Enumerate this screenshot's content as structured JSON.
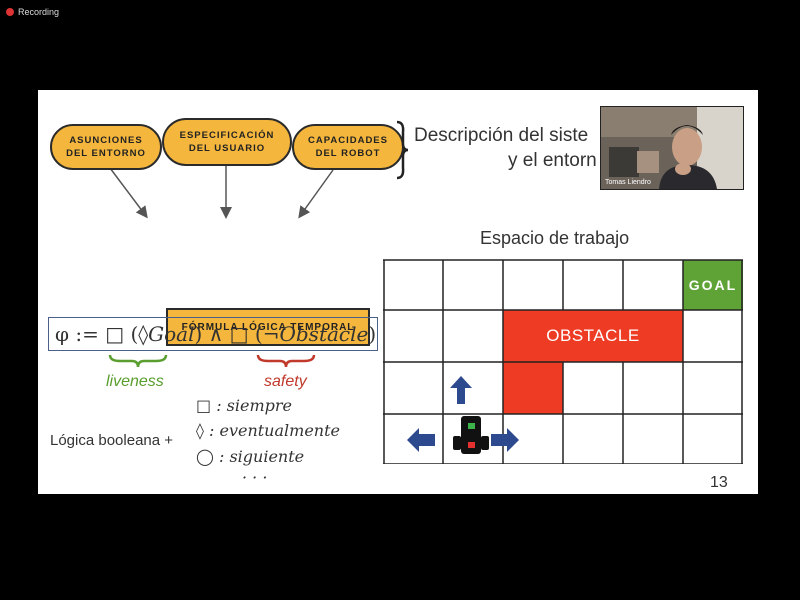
{
  "app": {
    "recording_label": "Recording"
  },
  "slide": {
    "blobs": {
      "left": "ASUNCIONES\nDEL ENTORNO",
      "middle": "ESPECIFICACIÓN\nDEL USUARIO",
      "right": "CAPACIDADES\nDEL ROBOT"
    },
    "formula_box": "FÓRMULA LÓGICA TEMPORAL",
    "description_line1": "Descripción del siste",
    "description_line2": "y el entorn",
    "workspace_title": "Espacio de trabajo",
    "goal_label": "GOAL",
    "obstacle_label": "OBSTACLE",
    "ltl": {
      "prefix": "φ := □ (◊",
      "goal": "Goal",
      "middle": ") ∧ □ (¬",
      "obstacle": "Obstacle",
      "suffix": ")"
    },
    "liveness_label": "liveness",
    "safety_label": "safety",
    "boolean_logic_label": "Lógica booleana +",
    "operators": [
      "□ : siempre",
      "◊ : eventualmente",
      "◯ : siguiente",
      "· · ·"
    ],
    "page_number": "13"
  },
  "webcam": {
    "participant_name": "Tomas Liendro"
  },
  "colors": {
    "blob_fill": "#f4b63c",
    "goal_green": "#5fa336",
    "obstacle_red": "#ee3b24",
    "arrow_blue": "#2e4a8e",
    "liveness_green": "#5a9e2f",
    "safety_red": "#c0392b"
  }
}
